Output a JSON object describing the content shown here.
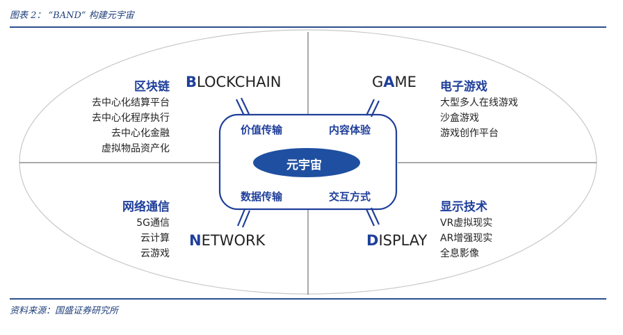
{
  "caption": "图表 2：  “BAND” 构建元宇宙",
  "source": "资料来源：国盛证券研究所",
  "core": "元宇宙",
  "inner": {
    "tl": "价值传输",
    "tr": "内容体验",
    "bl": "数据传输",
    "br": "交互方式"
  },
  "quadrants": {
    "blockchain": {
      "en_initial": "B",
      "en_rest": "LOCKCHAIN",
      "title": "区块链",
      "items": [
        "去中心化结算平台",
        "去中心化程序执行",
        "去中心化金融",
        "虚拟物品资产化"
      ]
    },
    "game": {
      "en_pre": "G",
      "en_initial": "A",
      "en_rest": "ME",
      "title": "电子游戏",
      "items": [
        "大型多人在线游戏",
        "沙盒游戏",
        "游戏创作平台"
      ]
    },
    "network": {
      "en_initial": "N",
      "en_rest": "ETWORK",
      "title": "网络通信",
      "items": [
        "5G通信",
        "云计算",
        "云游戏"
      ]
    },
    "display": {
      "en_initial": "D",
      "en_rest": "ISPLAY",
      "title": "显示技术",
      "items": [
        "VR虚拟现实",
        "AR增强现实",
        "全息影像"
      ]
    }
  },
  "colors": {
    "accent": "#1f3f9a",
    "rule": "#2a4f8f",
    "ellipse_stroke": "#c8c8c8",
    "core_fill": "#1f4fa0"
  }
}
